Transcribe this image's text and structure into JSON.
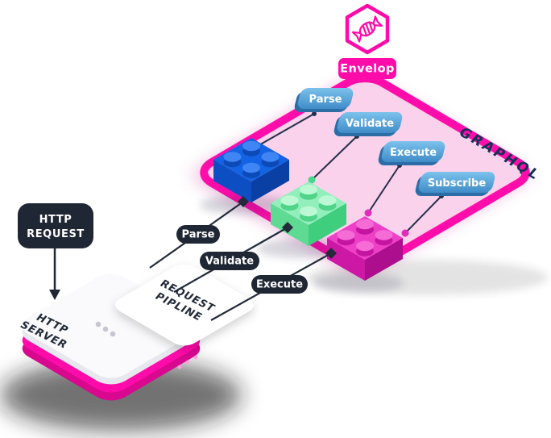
{
  "colors": {
    "magenta": "#ff0baa",
    "board_fill": "#fbd2ec",
    "dark_navy": "#202734",
    "graphql_text": "#103257",
    "tab_blue_top": "#5aa9dd",
    "tab_blue_front": "#2d6da6",
    "brick_blue": "#1463e4",
    "brick_green": "#92efbb",
    "brick_magenta": "#ee3fc7",
    "server_white": "#fafafc"
  },
  "logo": {
    "icon": "candy-hexagon-icon",
    "label": "Envelop"
  },
  "board": {
    "side_label": "GRAPHQL",
    "plugin_tabs": [
      {
        "label": "Parse",
        "connects_to": "blue-brick"
      },
      {
        "label": "Validate",
        "connects_to": "green-brick"
      },
      {
        "label": "Execute",
        "connects_to": "magenta-brick"
      },
      {
        "label": "Subscribe",
        "connects_to": "magenta-brick"
      }
    ]
  },
  "pipeline": {
    "stages": [
      {
        "label": "Parse"
      },
      {
        "label": "Validate"
      },
      {
        "label": "Execute"
      }
    ]
  },
  "http_request": {
    "line1": "HTTP",
    "line2": "REQUEST"
  },
  "http_server": {
    "line1": "HTTP",
    "line2": "SERVER"
  },
  "request_pipeline_card": {
    "line1": "REQUEST",
    "line2": "PIPLINE"
  }
}
